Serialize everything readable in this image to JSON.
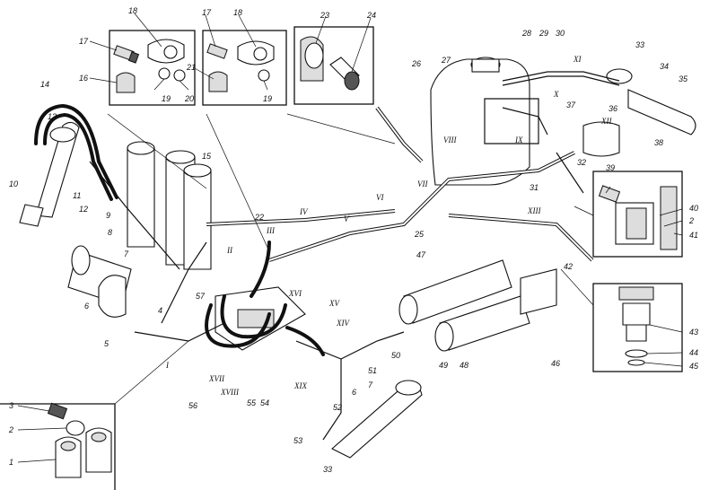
{
  "part_numbers": [
    "1",
    "2",
    "3",
    "4",
    "5",
    "6",
    "7",
    "8",
    "9",
    "10",
    "11",
    "12",
    "13",
    "14",
    "15",
    "16",
    "17",
    "18",
    "19",
    "20",
    "21",
    "22",
    "23",
    "24",
    "25",
    "26",
    "27",
    "28",
    "29",
    "30",
    "31",
    "32",
    "33",
    "34",
    "35",
    "36",
    "37",
    "38",
    "39",
    "40",
    "41",
    "42",
    "43",
    "44",
    "45",
    "46",
    "47",
    "48",
    "49",
    "50",
    "51",
    "52",
    "53",
    "54",
    "55",
    "56",
    "57"
  ],
  "connection_labels": [
    "I",
    "II",
    "III",
    "IV",
    "V",
    "VI",
    "VII",
    "VIII",
    "IX",
    "X",
    "XI",
    "XII",
    "XIII",
    "XIV",
    "XV",
    "XVI",
    "XVII",
    "XVIII",
    "XIX"
  ],
  "callouts": {
    "c1": [
      "1",
      "2",
      "3"
    ],
    "c2": [
      "16",
      "17",
      "18",
      "19",
      "20"
    ],
    "c3": [
      "17",
      "18",
      "21",
      "19"
    ],
    "c4": [
      "23",
      "24"
    ],
    "c5": [
      "39",
      "40",
      "2",
      "41"
    ],
    "c6": [
      "43",
      "44",
      "45"
    ]
  }
}
